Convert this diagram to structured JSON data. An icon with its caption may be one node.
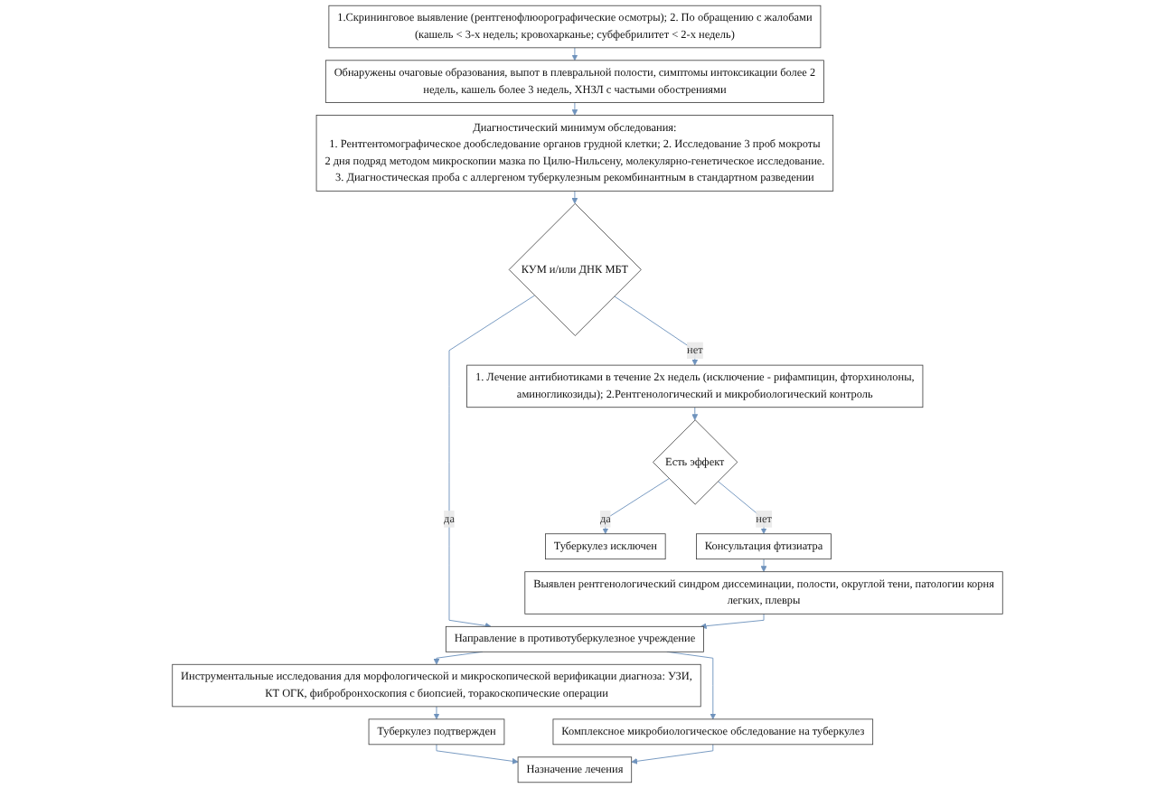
{
  "diagram": {
    "nodes": [
      {
        "text": [
          "1.Скрининговое выявление (рентгенофлюорографические осмотры); 2. По обращению с жалобами (кашель < 3-х недель; кровохарканье; субфебрилитет < 2-х недель)"
        ]
      },
      {
        "text": [
          "Обнаружены очаговые образования, выпот в плевральной полости, симптомы интоксикации более 2 недель, кашель более 3 недель, ХНЗЛ с частыми обострениями"
        ]
      },
      {
        "text": [
          "Диагностический минимум обследования:",
          "1. Рентгентомографическое дообследование органов грудной клетки; 2. Исследование 3 проб мокроты 2 дня подряд методом микроскопии мазка по Цилю-Нильсену, молекулярно-генетическое исследование. 3. Диагностическая проба с аллергеном туберкулезным рекомбинантным в стандартном разведении"
        ]
      },
      {
        "text": [
          "КУМ и/или ДНК МБТ"
        ]
      },
      {
        "text": [
          "1. Лечение антибиотиками в течение 2х недель (исключение - рифампицин, фторхинолоны, аминогликозиды); 2.Рентгенологический и микробиологический контроль"
        ]
      },
      {
        "text": [
          "Есть эффект"
        ]
      },
      {
        "text": [
          "Консультация фтизиатра"
        ]
      },
      {
        "text": [
          "Выявлен рентгенологический синдром диссеминации, полости, округлой тени, патологии корня легких, плевры"
        ]
      },
      {
        "text": [
          "Направление в противотуберкулезное учреждение"
        ]
      },
      {
        "text": [
          "Инструментальные исследования для морфологической и микроскопической верификации диагноза: УЗИ, КТ ОГК, фибробронхоскопия с биопсией, торакоскопические операции"
        ]
      },
      {
        "text": [
          "Комплексное микробиологическое обследование на туберкулез"
        ]
      },
      {
        "text": [
          "Туберкулез исключен"
        ]
      },
      {
        "text": [
          "Туберкулез подтвержден"
        ]
      },
      {
        "text": [
          "Назначение лечения"
        ]
      }
    ],
    "edges": [
      {
        "from": 0,
        "to": 1,
        "arrow": "to"
      },
      {
        "from": 1,
        "to": 2,
        "arrow": "to"
      },
      {
        "from": 2,
        "to": 3,
        "arrow": "to"
      },
      {
        "from": 3,
        "to": 4,
        "arrow": "to",
        "label": "нет"
      },
      {
        "from": 3,
        "to": 8,
        "arrow": "to",
        "label": "да"
      },
      {
        "from": 4,
        "to": 5,
        "arrow": "to"
      },
      {
        "from": 5,
        "to": 11,
        "arrow": "to",
        "label": "да"
      },
      {
        "from": 5,
        "to": 6,
        "arrow": "to",
        "label": "нет"
      },
      {
        "from": 6,
        "to": 7,
        "arrow": "to"
      },
      {
        "from": 7,
        "to": 8,
        "arrow": "to"
      },
      {
        "from": 8,
        "to": 9,
        "arrow": "to"
      },
      {
        "from": 8,
        "to": 10,
        "arrow": "to"
      },
      {
        "from": 9,
        "to": 12,
        "arrow": "to"
      },
      {
        "from": 12,
        "to": 13,
        "arrow": "to"
      },
      {
        "from": 10,
        "to": 13,
        "arrow": "to"
      }
    ]
  }
}
